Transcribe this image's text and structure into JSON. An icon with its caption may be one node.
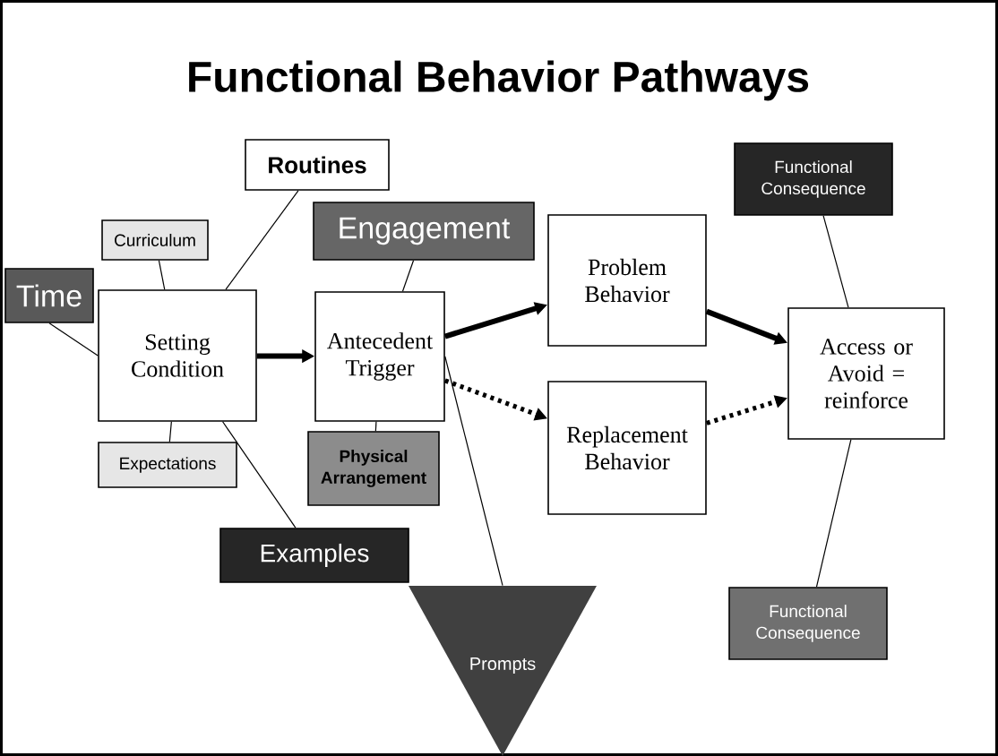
{
  "diagram": {
    "title": "Functional Behavior Pathways",
    "nodes": [
      {
        "text": [
          "Setting Condition"
        ]
      },
      {
        "text": [
          "Antecedent Trigger"
        ]
      },
      {
        "text": [
          "Problem Behavior"
        ]
      },
      {
        "text": [
          "Replacement Behavior"
        ]
      },
      {
        "text": [
          "Access or Avoid = reinforce"
        ]
      },
      {
        "text": [
          "Routines"
        ]
      },
      {
        "text": [
          "Curriculum"
        ]
      },
      {
        "text": [
          "Engagement"
        ]
      },
      {
        "text": [
          "Time"
        ]
      },
      {
        "text": [
          "Expectations"
        ]
      },
      {
        "text": [
          "Physical Arrangement"
        ]
      },
      {
        "text": [
          "Examples"
        ]
      },
      {
        "text": [
          "Prompts"
        ]
      },
      {
        "text": [
          "Functional Consequence"
        ]
      },
      {
        "text": [
          "Functional Consequence"
        ]
      }
    ],
    "edges": [
      {
        "from": 0,
        "to": 1,
        "arrow": "to",
        "style": "thick"
      },
      {
        "from": 1,
        "to": 2,
        "arrow": "to",
        "style": "thick"
      },
      {
        "from": 1,
        "to": 3,
        "arrow": "to",
        "style": "dashed"
      },
      {
        "from": 2,
        "to": 4,
        "arrow": "to",
        "style": "thick"
      },
      {
        "from": 3,
        "to": 4,
        "arrow": "to",
        "style": "dashed"
      },
      {
        "from": 5,
        "to": 0,
        "arrow": "none"
      },
      {
        "from": 6,
        "to": 0,
        "arrow": "none"
      },
      {
        "from": 8,
        "to": 0,
        "arrow": "none"
      },
      {
        "from": 9,
        "to": 0,
        "arrow": "none"
      },
      {
        "from": 11,
        "to": 0,
        "arrow": "none"
      },
      {
        "from": 7,
        "to": 1,
        "arrow": "none"
      },
      {
        "from": 10,
        "to": 1,
        "arrow": "none"
      },
      {
        "from": 12,
        "to": 1,
        "arrow": "none"
      },
      {
        "from": 13,
        "to": 4,
        "arrow": "none"
      },
      {
        "from": 14,
        "to": 4,
        "arrow": "none"
      }
    ]
  }
}
